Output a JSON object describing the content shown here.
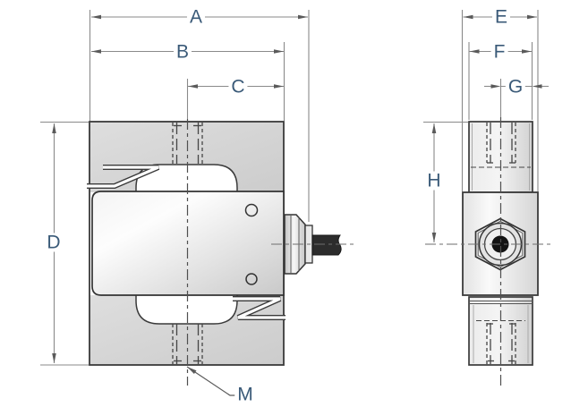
{
  "drawing": {
    "type": "technical-dimension-drawing",
    "subject": "s-type-load-cell",
    "views": [
      {
        "id": "front-view",
        "dimension_labels": [
          "A",
          "B",
          "C",
          "D",
          "M"
        ]
      },
      {
        "id": "side-view",
        "dimension_labels": [
          "E",
          "F",
          "G",
          "H"
        ]
      }
    ]
  },
  "labels": {
    "a": "A",
    "b": "B",
    "c": "C",
    "d": "D",
    "e": "E",
    "f": "F",
    "g": "G",
    "h": "H",
    "m": "M"
  },
  "colors": {
    "background": "#ffffff",
    "outline": "#3a3a3a",
    "dimension_line": "#8a8a8a",
    "label_text": "#3a5a78",
    "body_fill_light": "#d9d9d9",
    "cable_fill": "#2c2c2c"
  }
}
